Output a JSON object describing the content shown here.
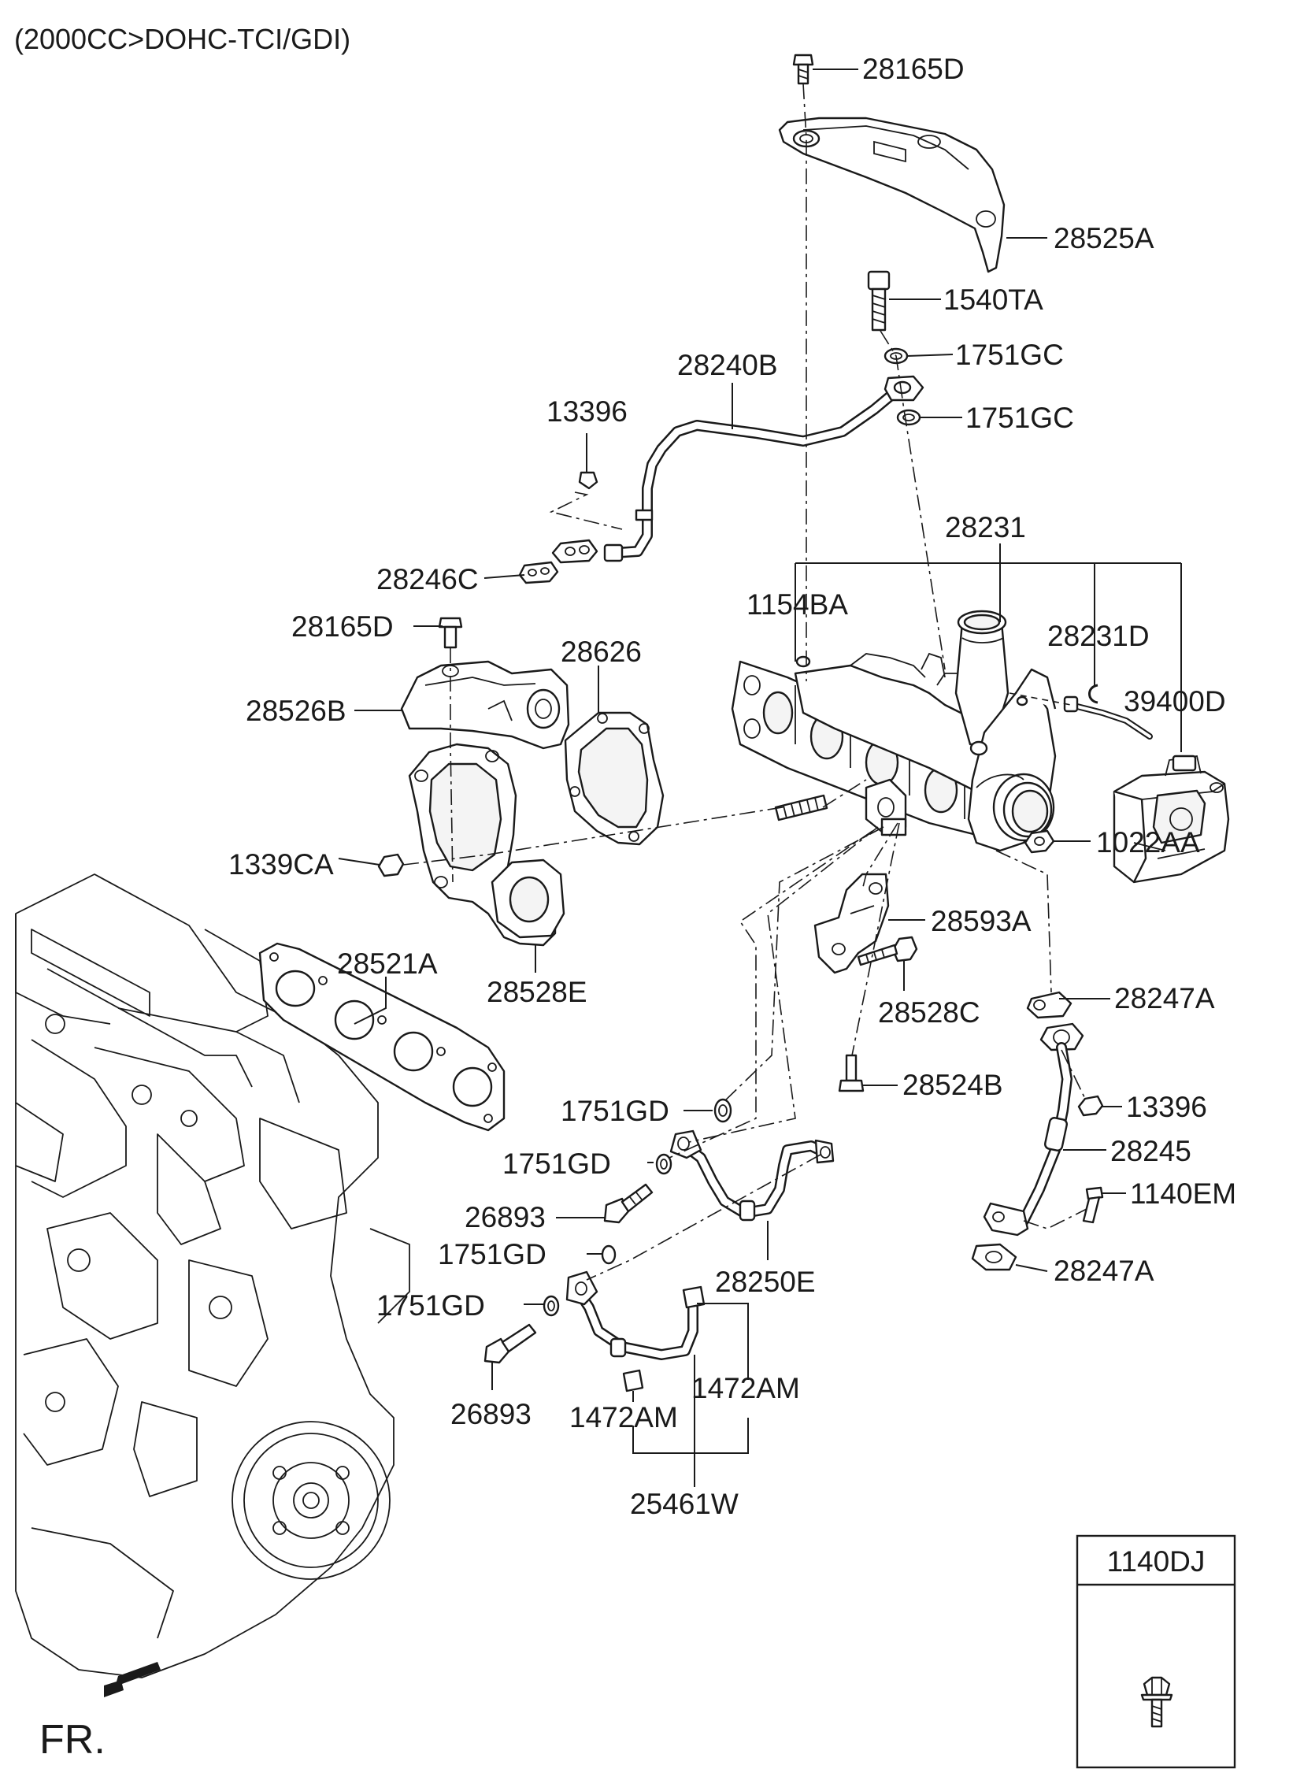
{
  "header": {
    "engine_spec": "(2000CC>DOHC-TCI/GDI)"
  },
  "labels": {
    "p28165D_top": "28165D",
    "p28525A": "28525A",
    "p1540TA": "1540TA",
    "p1751GC_a": "1751GC",
    "p28240B": "28240B",
    "p1751GC_b": "1751GC",
    "p13396_a": "13396",
    "p28231": "28231",
    "p28246C": "28246C",
    "p1154BA": "1154BA",
    "p28231D": "28231D",
    "p28165D_mid": "28165D",
    "p28626": "28626",
    "p39400D": "39400D",
    "p28526B": "28526B",
    "p1339CA": "1339CA",
    "p1022AA": "1022AA",
    "p28593A": "28593A",
    "p28521A": "28521A",
    "p28528E": "28528E",
    "p28247A_a": "28247A",
    "p28528C": "28528C",
    "p28524B": "28524B",
    "p13396_b": "13396",
    "p1751GD_a": "1751GD",
    "p28245": "28245",
    "p1751GD_b": "1751GD",
    "p1140EM": "1140EM",
    "p26893_a": "26893",
    "p1751GD_c": "1751GD",
    "p28247A_b": "28247A",
    "p28250E": "28250E",
    "p1751GD_d": "1751GD",
    "p1472AM_a": "1472AM",
    "p26893_b": "26893",
    "p1472AM_b": "1472AM",
    "p25461W": "25461W"
  },
  "inset": {
    "title": "1140DJ",
    "icon": "bolt-icon"
  },
  "orientation": {
    "label": "FR.",
    "icon": "front-arrow-icon"
  }
}
